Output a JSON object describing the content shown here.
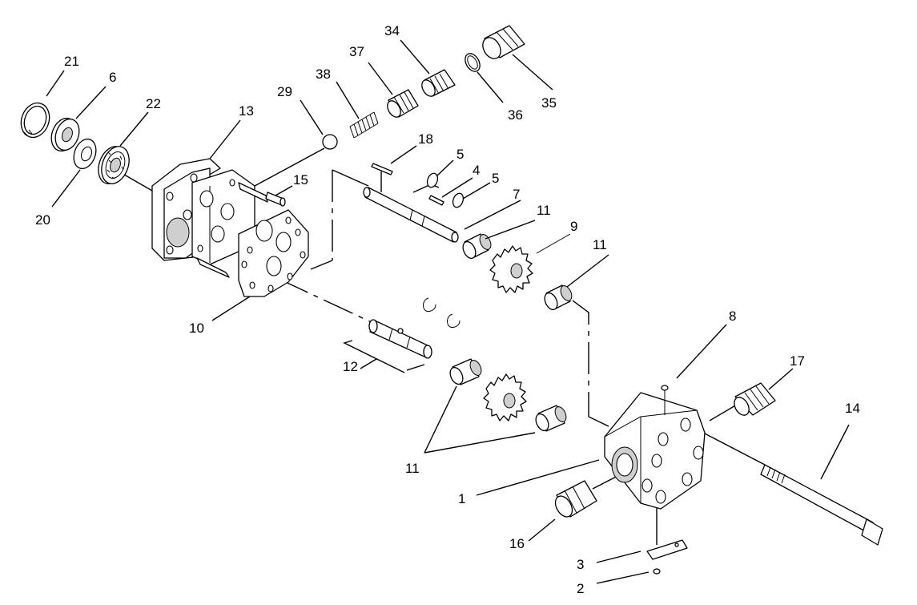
{
  "callouts": [
    {
      "id": "c1",
      "label": "1"
    },
    {
      "id": "c2",
      "label": "2"
    },
    {
      "id": "c3",
      "label": "3"
    },
    {
      "id": "c4",
      "label": "4"
    },
    {
      "id": "c5a",
      "label": "5"
    },
    {
      "id": "c5b",
      "label": "5"
    },
    {
      "id": "c6",
      "label": "6"
    },
    {
      "id": "c7",
      "label": "7"
    },
    {
      "id": "c8",
      "label": "8"
    },
    {
      "id": "c9",
      "label": "9"
    },
    {
      "id": "c10",
      "label": "10"
    },
    {
      "id": "c11a",
      "label": "11"
    },
    {
      "id": "c11b",
      "label": "11"
    },
    {
      "id": "c11c",
      "label": "11"
    },
    {
      "id": "c12",
      "label": "12"
    },
    {
      "id": "c13",
      "label": "13"
    },
    {
      "id": "c14",
      "label": "14"
    },
    {
      "id": "c15",
      "label": "15"
    },
    {
      "id": "c16",
      "label": "16"
    },
    {
      "id": "c17",
      "label": "17"
    },
    {
      "id": "c18",
      "label": "18"
    },
    {
      "id": "c20",
      "label": "20"
    },
    {
      "id": "c21",
      "label": "21"
    },
    {
      "id": "c22",
      "label": "22"
    },
    {
      "id": "c29",
      "label": "29"
    },
    {
      "id": "c34",
      "label": "34"
    },
    {
      "id": "c35",
      "label": "35"
    },
    {
      "id": "c36",
      "label": "36"
    },
    {
      "id": "c37",
      "label": "37"
    },
    {
      "id": "c38",
      "label": "38"
    }
  ]
}
